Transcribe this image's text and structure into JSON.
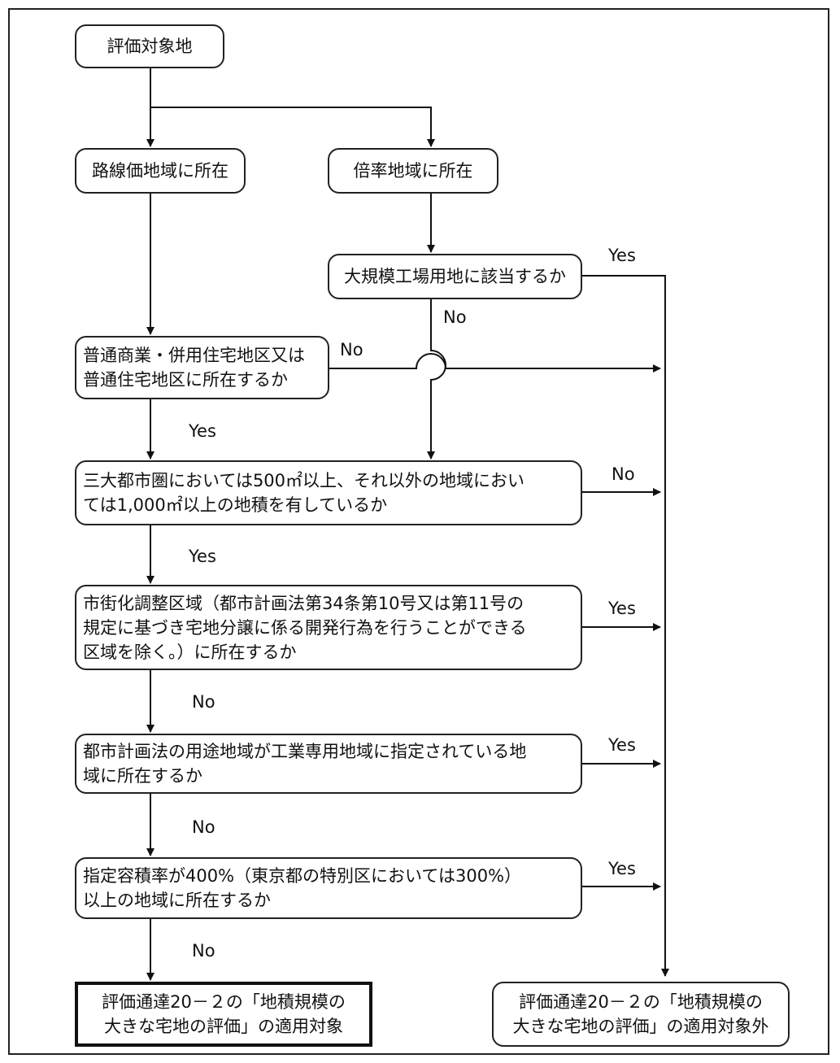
{
  "nodes": {
    "start": "評価対象地",
    "rosenka": "路線価地域に所在",
    "bairitsu": "倍率地域に所在",
    "factory": "大規模工場用地に該当するか",
    "futsu": "普通商業・併用住宅地区又は\n普通住宅地区に所在するか",
    "area": "三大都市圏においては500㎡以上、それ以外の地域におい\nては1,000㎡以上の地積を有しているか",
    "chosei": "市街化調整区域（都市計画法第34条第10号又は第11号の\n規定に基づき宅地分譲に係る開発行為を行うことができる\n区域を除く。）に所在するか",
    "kogyo": "都市計画法の用途地域が工業専用地域に指定されている地\n域に所在するか",
    "yoseki": "指定容積率が400%（東京都の特別区においては300%）\n以上の地域に所在するか",
    "target": "評価通達20－２の「地積規模の\n大きな宅地の評価」の適用対象",
    "excluded": "評価通達20－２の「地積規模の\n大きな宅地の評価」の適用対象外"
  },
  "edge_labels": {
    "factory_yes": "Yes",
    "factory_no": "No",
    "futsu_no": "No",
    "futsu_yes": "Yes",
    "area_no": "No",
    "area_yes": "Yes",
    "chosei_yes": "Yes",
    "chosei_no": "No",
    "kogyo_yes": "Yes",
    "kogyo_no": "No",
    "yoseki_yes": "Yes",
    "yoseki_no": "No"
  }
}
